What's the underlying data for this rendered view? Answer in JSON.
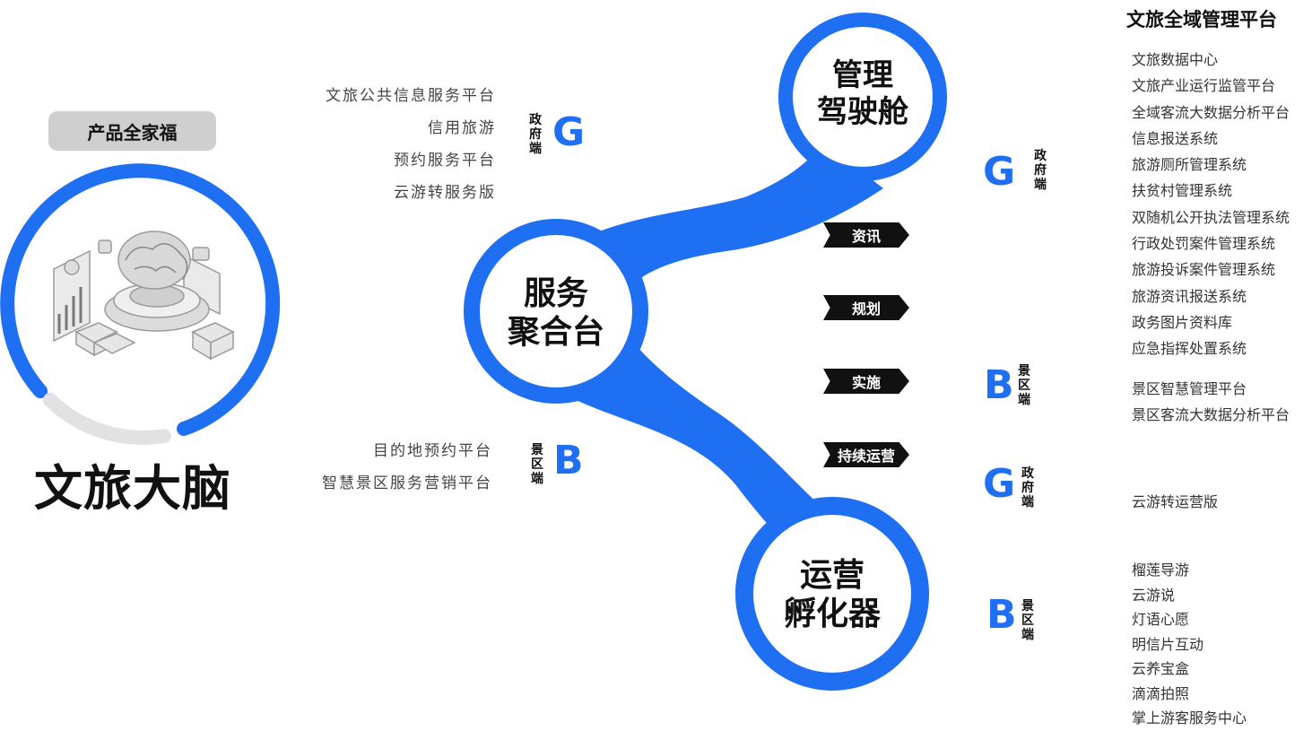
{
  "product_pill": "产品全家福",
  "brain_title": "文旅大脑",
  "hubs": {
    "cockpit": [
      "管理",
      "驾驶舱"
    ],
    "service": [
      "服务",
      "聚合台"
    ],
    "incubator": [
      "运营",
      "孵化器"
    ]
  },
  "left_service_gov": [
    "文旅公共信息服务平台",
    "信用旅游",
    "预约服务平台",
    "云游转服务版"
  ],
  "left_service_scenic": [
    "目的地预约平台",
    "智慧景区服务营销平台"
  ],
  "gov_letter": "G",
  "scenic_letter": "B",
  "gov_label": [
    "政",
    "府",
    "端"
  ],
  "scenic_label": [
    "景",
    "区",
    "端"
  ],
  "tags": [
    "资讯",
    "规划",
    "实施",
    "持续运营"
  ],
  "right_title": "文旅全域管理平台",
  "right_gov_list": [
    "文旅数据中心",
    "文旅产业运行监管平台",
    "全域客流大数据分析平台",
    "信息报送系统",
    "旅游厕所管理系统",
    "扶贫村管理系统",
    "双随机公开执法管理系统",
    "行政处罚案件管理系统",
    "旅游投诉案件管理系统",
    "旅游资讯报送系统",
    "政务图片资料库",
    "应急指挥处置系统"
  ],
  "right_scenic_list": [
    "景区智慧管理平台",
    "景区客流大数据分析平台"
  ],
  "right_gov2_list": [
    "云游转运营版"
  ],
  "right_scenic2_list": [
    "榴莲导游",
    "云游说",
    "灯语心愿",
    "明信片互动",
    "云养宝盒",
    "滴滴拍照",
    "掌上游客服务中心"
  ],
  "colors": {
    "accent": "#1e6ff2",
    "ring_gray": "#e2e2e2"
  }
}
